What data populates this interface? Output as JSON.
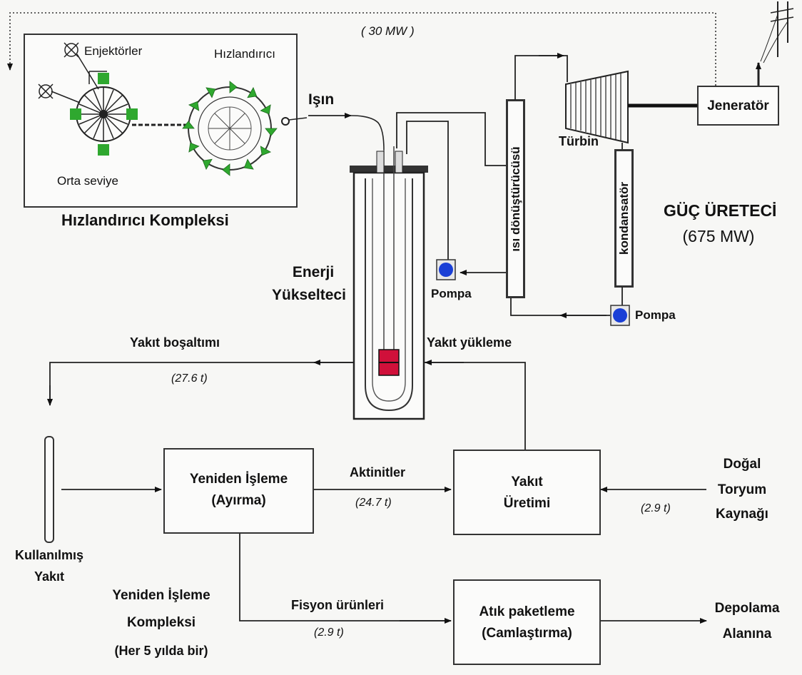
{
  "top_feedback": {
    "power_label": "( 30 MW )"
  },
  "accelerator": {
    "injectors_label": "Enjektörler",
    "accelerator_label": "Hızlandırıcı",
    "mid_level_label": "Orta seviye",
    "complex_title": "Hızlandırıcı Kompleksi",
    "beam_label": "Işın"
  },
  "energy_amplifier": {
    "line1": "Enerji",
    "line2": "Yükselteci"
  },
  "power_generator": {
    "heat_exchanger_label": "ısı dönüştürücüsü",
    "turbine_label": "Türbin",
    "condenser_label": "kondansatör",
    "generator_label": "Jeneratör",
    "pump_left_label": "Pompa",
    "pump_right_label": "Pompa",
    "title": "GÜÇ ÜRETECİ",
    "power": "(675 MW)"
  },
  "fuel_flows": {
    "discharge_label": "Yakıt boşaltımı",
    "discharge_amount": "(27.6 t)",
    "loading_label": "Yakıt yükleme",
    "actinides_label": "Aktinitler",
    "actinides_amount": "(24.7 t)",
    "thorium_amount": "(2.9 t)",
    "fission_label": "Fisyon ürünleri",
    "fission_amount": "(2.9 t)"
  },
  "reprocessing": {
    "box_line1": "Yeniden İşleme",
    "box_line2": "(Ayırma)",
    "complex_line1": "Yeniden İşleme",
    "complex_line2": "Kompleksi",
    "complex_line3": "(Her 5 yılda bir)"
  },
  "fuel_production": {
    "line1": "Yakıt",
    "line2": "Üretimi"
  },
  "thorium_source": {
    "line1": "Doğal",
    "line2": "Toryum",
    "line3": "Kaynağı"
  },
  "spent_fuel": {
    "line1": "Kullanılmış",
    "line2": "Yakıt"
  },
  "waste_packaging": {
    "line1": "Atık paketleme",
    "line2": "(Camlaştırma)"
  },
  "storage": {
    "line1": "Depolama",
    "line2": "Alanına"
  },
  "colors": {
    "pipe": "#222222",
    "fins_green": "#2fa82f",
    "pump_blue": "#1a3fd6",
    "fuel_red": "#d0103a"
  }
}
